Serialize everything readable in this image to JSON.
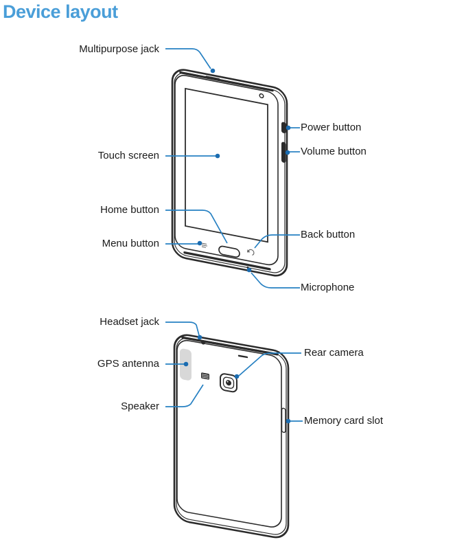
{
  "page": {
    "title": "Device layout"
  },
  "front_view": {
    "labels": {
      "multipurpose_jack": "Multipurpose jack",
      "touch_screen": "Touch screen",
      "home_button": "Home button",
      "menu_button": "Menu button",
      "power_button": "Power button",
      "volume_button": "Volume button",
      "back_button": "Back button",
      "microphone": "Microphone"
    }
  },
  "back_view": {
    "labels": {
      "headset_jack": "Headset jack",
      "gps_antenna": "GPS antenna",
      "speaker": "Speaker",
      "rear_camera": "Rear camera",
      "memory_card_slot": "Memory card slot"
    }
  },
  "colors": {
    "title_blue": "#4a9ed8",
    "callout_blue": "#2680c2",
    "callout_dot_blue": "#1b6cb0",
    "outline_dark": "#2b2b2b",
    "gps_gray": "#d8d8d8"
  }
}
